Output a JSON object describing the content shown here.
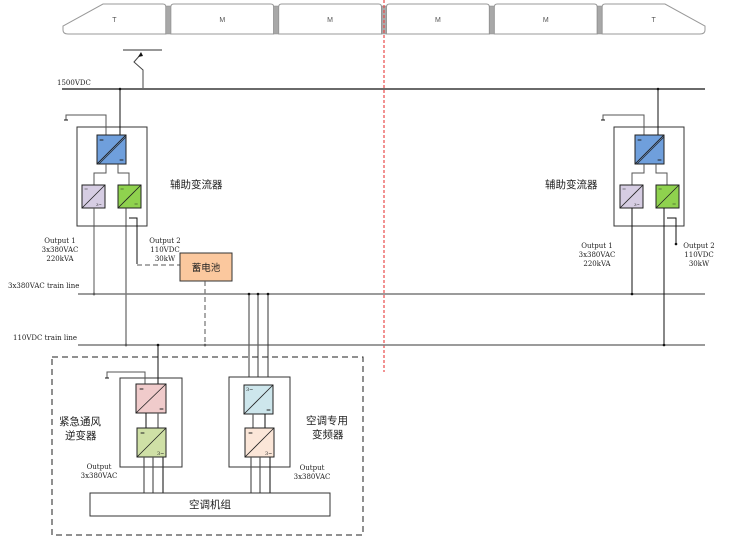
{
  "train": {
    "cars": [
      {
        "label": "T",
        "type": "head-left"
      },
      {
        "label": "M",
        "type": "middle"
      },
      {
        "label": "M",
        "type": "middle"
      },
      {
        "label": "M",
        "type": "middle"
      },
      {
        "label": "M",
        "type": "middle"
      },
      {
        "label": "T",
        "type": "head-right"
      }
    ]
  },
  "buses": {
    "hv": "1500VDC",
    "ac": "3x380VAC train line",
    "dc": "110VDC train line"
  },
  "left_aux": {
    "title": "辅助变流器",
    "output1": [
      "Output 1",
      "3x380VAC",
      "220kVA"
    ],
    "output2": [
      "Output 2",
      "110VDC",
      "30kW"
    ]
  },
  "right_aux": {
    "title": "辅助变流器",
    "output1": [
      "Output 1",
      "3x380VAC",
      "220kVA"
    ],
    "output2": [
      "Output 2",
      "110VDC",
      "30kW"
    ]
  },
  "battery": {
    "label": "蓄电池"
  },
  "emergency_inverter": {
    "title_lines": [
      "紧急通风",
      "逆变器"
    ],
    "output": [
      "Output",
      "3x380VAC"
    ]
  },
  "hvac_vfd": {
    "title_lines": [
      "空调专用",
      "变频器"
    ],
    "output": [
      "Output",
      "3x380VAC"
    ]
  },
  "hvac_unit": {
    "label": "空调机组"
  },
  "colors": {
    "converter_blue": "#6f9fdc",
    "inverter_lilac": "#d6cde3",
    "charger_green": "#8fd24e",
    "battery_orange": "#fbc89e",
    "emerg_pink": "#f0cbcb",
    "emerg_green": "#cfe0a6",
    "vfd_cyan": "#cde6ec",
    "vfd_peach": "#fbe6d8",
    "center_line": "#e84a4a",
    "bus_gray": "#7a7a7a"
  },
  "glyphs": {
    "dc": "=",
    "ac3": "3~"
  }
}
